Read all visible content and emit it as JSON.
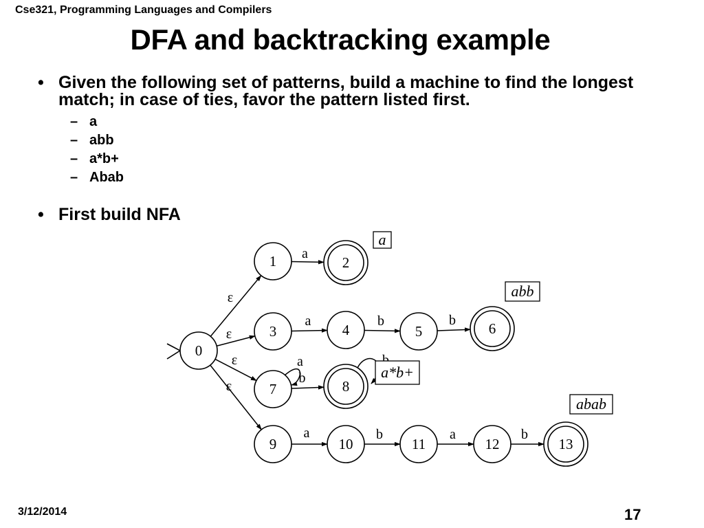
{
  "header": "Cse321, Programming Languages and Compilers",
  "title": "DFA and backtracking example",
  "bullets": {
    "main": "Given the following set of patterns, build a machine to find the longest match; in case of ties, favor the pattern listed first.",
    "patterns": [
      "a",
      "abb",
      "a*b+",
      "Abab"
    ],
    "second": "First build NFA"
  },
  "nfa": {
    "states": [
      {
        "id": "0",
        "accepting": false
      },
      {
        "id": "1",
        "accepting": false
      },
      {
        "id": "2",
        "accepting": true
      },
      {
        "id": "3",
        "accepting": false
      },
      {
        "id": "4",
        "accepting": false
      },
      {
        "id": "5",
        "accepting": false
      },
      {
        "id": "6",
        "accepting": true
      },
      {
        "id": "7",
        "accepting": false
      },
      {
        "id": "8",
        "accepting": true
      },
      {
        "id": "9",
        "accepting": false
      },
      {
        "id": "10",
        "accepting": false
      },
      {
        "id": "11",
        "accepting": false
      },
      {
        "id": "12",
        "accepting": false
      },
      {
        "id": "13",
        "accepting": true
      }
    ],
    "transitions": [
      {
        "from": "0",
        "to": "1",
        "label": "ε"
      },
      {
        "from": "0",
        "to": "3",
        "label": "ε"
      },
      {
        "from": "0",
        "to": "7",
        "label": "ε"
      },
      {
        "from": "0",
        "to": "9",
        "label": "ε"
      },
      {
        "from": "1",
        "to": "2",
        "label": "a"
      },
      {
        "from": "3",
        "to": "4",
        "label": "a"
      },
      {
        "from": "4",
        "to": "5",
        "label": "b"
      },
      {
        "from": "5",
        "to": "6",
        "label": "b"
      },
      {
        "from": "7",
        "to": "7",
        "label": "a"
      },
      {
        "from": "7",
        "to": "8",
        "label": "b"
      },
      {
        "from": "8",
        "to": "8",
        "label": "b"
      },
      {
        "from": "9",
        "to": "10",
        "label": "a"
      },
      {
        "from": "10",
        "to": "11",
        "label": "b"
      },
      {
        "from": "11",
        "to": "12",
        "label": "a"
      },
      {
        "from": "12",
        "to": "13",
        "label": "b"
      }
    ],
    "pattern_tags": [
      "a",
      "abb",
      "a*b+",
      "abab"
    ]
  },
  "footer": {
    "date": "3/12/2014",
    "page": "17"
  }
}
